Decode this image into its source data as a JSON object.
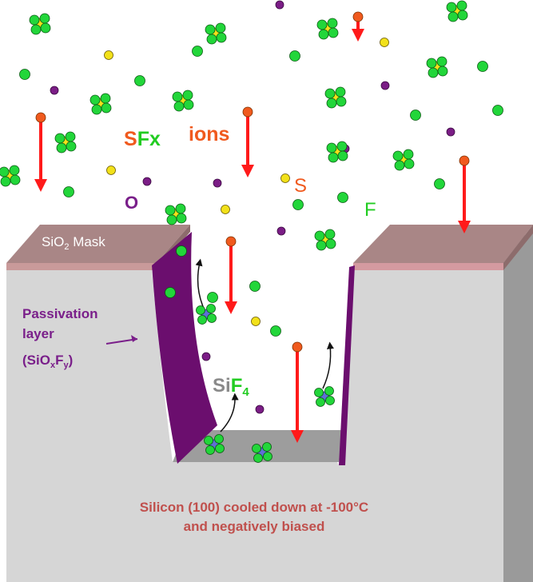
{
  "labels": {
    "sfx_s": "S",
    "sfx_fx": "Fx",
    "ions": "ions",
    "oxygen": "O",
    "sulfur": "S",
    "fluorine": "F",
    "mask_si": "SiO",
    "mask_sub": "2",
    "mask_word": " Mask",
    "passivation_line1": "Passivation",
    "passivation_line2": "layer",
    "passivation_open": "(SiO",
    "passivation_x": "x",
    "passivation_f": "F",
    "passivation_y": "y",
    "passivation_close": ")",
    "sif4_si": "Si",
    "sif4_f": "F",
    "sif4_sub": "4",
    "caption_line1": "Silicon (100) cooled down at -100°C",
    "caption_line2": "and negatively biased"
  },
  "colors": {
    "silicon_front": "#d6d6d6",
    "silicon_side": "#9a9a9a",
    "silicon_top": "#c2c2c2",
    "mask": "#a98686",
    "passivation": "#6b0e6e",
    "ion_arrow": "#ff1a1a",
    "ion_head": "#f05a1e",
    "fluorine": "#22d63a",
    "sulfur": "#f2e11a",
    "oxygen": "#7b1d86",
    "silicon_atom": "#5f6fd6",
    "label_orange": "#f05a1e",
    "label_green": "#22cc22",
    "label_purple": "#7a1f8a",
    "label_gray": "#8a8a8a",
    "caption": "#c0504d"
  }
}
